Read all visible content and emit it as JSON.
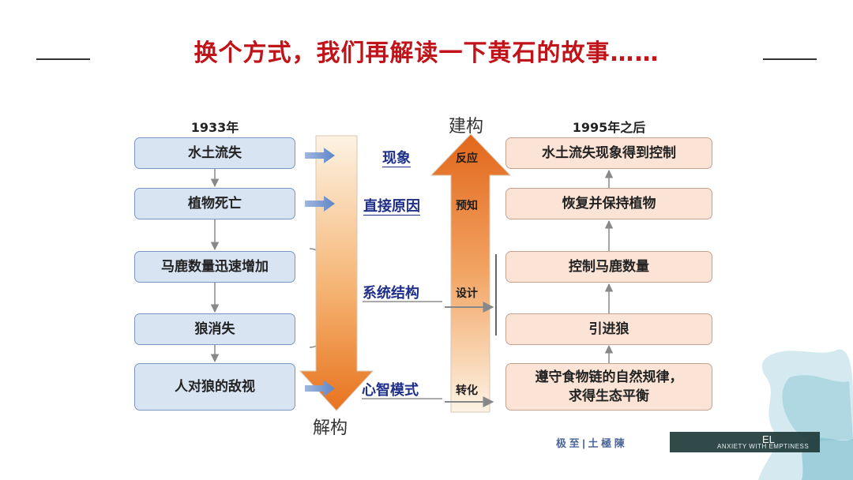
{
  "title": "换个方式，我们再解读一下黄石的故事……",
  "left_column": {
    "header": "1933年",
    "boxes": [
      "水土流失",
      "植物死亡",
      "马鹿数量迅速增加",
      "狼消失",
      "人对狼的敌视"
    ]
  },
  "right_column": {
    "header": "1995年之后",
    "boxes": [
      "水土流失现象得到控制",
      "恢复并保持植物",
      "控制马鹿数量",
      "引进狼",
      "遵守食物链的自然规律，",
      "求得生态平衡"
    ]
  },
  "middle": {
    "levels": [
      "现象",
      "直接原因",
      "系统结构",
      "心智模式"
    ],
    "upward_labels": [
      "反应",
      "预知",
      "设计",
      "转化"
    ],
    "down_arrow_label": "解构",
    "up_arrow_label": "建构"
  },
  "watermark": {
    "left_text": "极 至 | 土 極 陳",
    "right_text": "ANXIETY WITH EMPTINESS",
    "mark": "EL"
  },
  "colors": {
    "title": "#c0141a",
    "left_box_fill": "#d9e4f3",
    "right_box_fill": "#fbe3d6",
    "arrow_orange": "#e8731f",
    "label_blue": "#1f2f8a"
  }
}
